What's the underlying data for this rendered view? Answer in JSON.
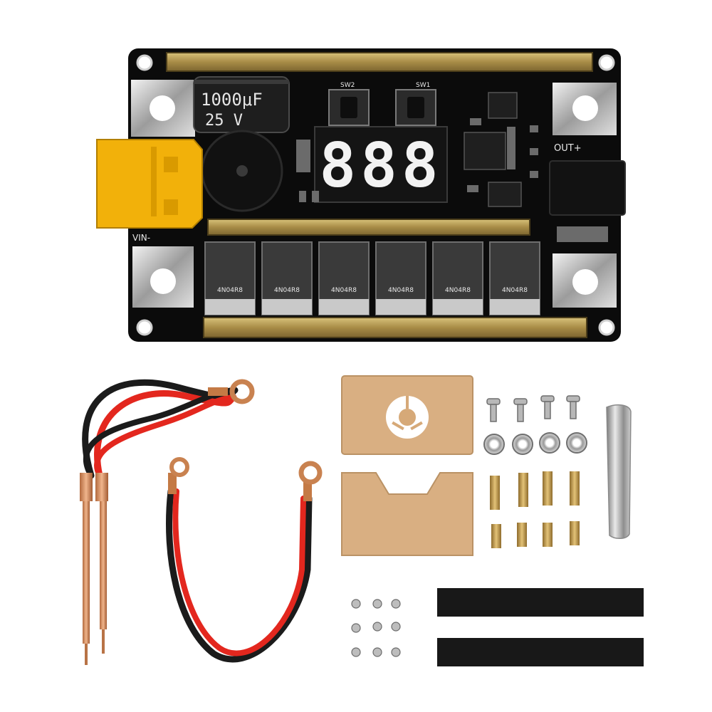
{
  "board": {
    "capacitor_value": "1000μF",
    "capacitor_voltage": "25 V",
    "display_digits": "888",
    "button_labels": [
      "SW2",
      "SW1"
    ],
    "input_label": "VIN-",
    "output_label": "OUT+",
    "mosfet_marking": "4N04R8",
    "mosfet_count": 6
  },
  "accessories": {
    "standoff_count": 8,
    "screw_count": 13,
    "nut_count": 4,
    "heat_shrink_count": 2
  },
  "colors": {
    "pcb": "#0b0b0b",
    "copper_bar": "#b59a55",
    "xt60_connector": "#f2b10a",
    "display_segment": "#f2f2f2",
    "wire_red": "#e3271e",
    "wire_black": "#1b1b1b",
    "acrylic": "#d6a978",
    "heat_shrink": "#181818",
    "nickel_strip": "#c8c8c8"
  }
}
